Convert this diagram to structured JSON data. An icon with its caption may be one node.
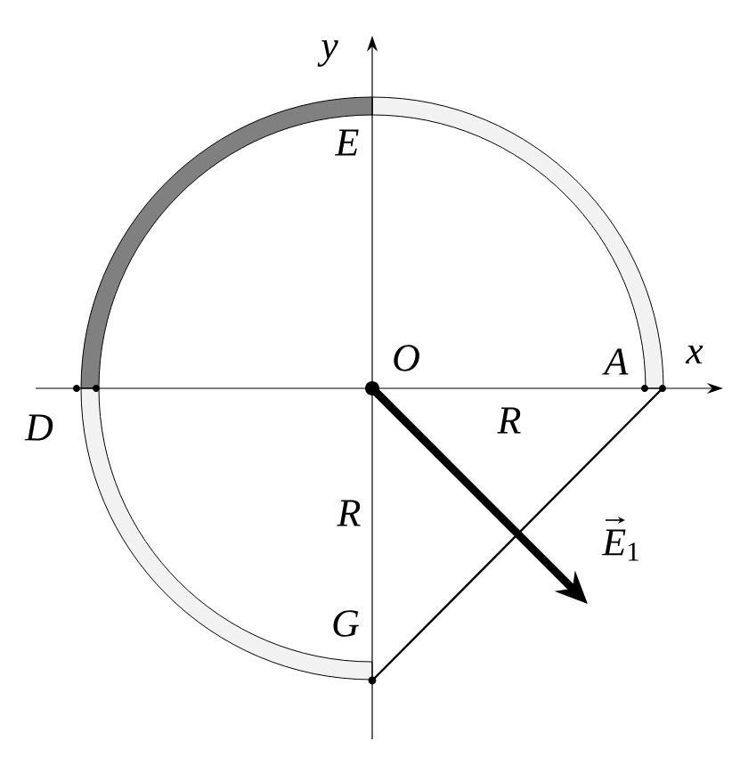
{
  "diagram": {
    "labels": [
      "y",
      "E",
      "O",
      "A",
      "x",
      "D",
      "R",
      "R",
      "G",
      "*E*$_{1}$"
    ]
  }
}
